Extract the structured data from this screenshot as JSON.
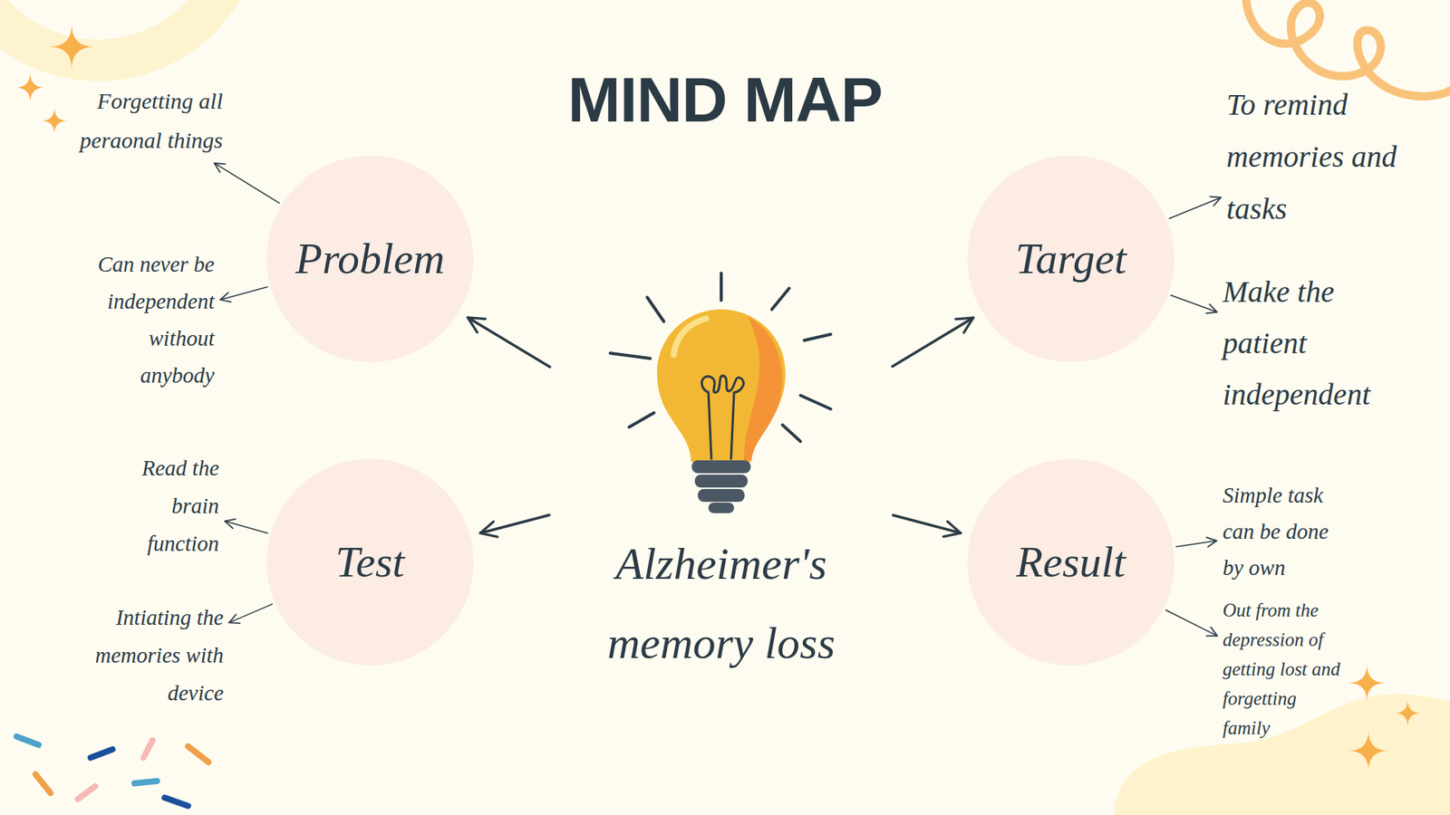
{
  "diagram": {
    "title": "MIND MAP",
    "nodes": [
      {
        "text": [
          "Alzheimer's memory loss"
        ]
      },
      {
        "text": [
          "Problem"
        ]
      },
      {
        "text": [
          "Forgetting all peraonal things"
        ]
      },
      {
        "text": [
          "Can never be independent without anybody"
        ]
      },
      {
        "text": [
          "Target"
        ]
      },
      {
        "text": [
          "To remind memories and tasks"
        ]
      },
      {
        "text": [
          "Make the patient independent"
        ]
      },
      {
        "text": [
          "Test"
        ]
      },
      {
        "text": [
          "Read the brain function"
        ]
      },
      {
        "text": [
          "Intiating the memories with device"
        ]
      },
      {
        "text": [
          "Result"
        ]
      },
      {
        "text": [
          "Simple task can be done by own"
        ]
      },
      {
        "text": [
          "Out from the depression of getting lost and forgetting family"
        ]
      }
    ],
    "edges": [
      {
        "from": 0,
        "to": 1,
        "arrow": "to"
      },
      {
        "from": 0,
        "to": 4,
        "arrow": "to"
      },
      {
        "from": 0,
        "to": 7,
        "arrow": "to"
      },
      {
        "from": 0,
        "to": 10,
        "arrow": "to"
      },
      {
        "from": 1,
        "to": 2,
        "arrow": "to"
      },
      {
        "from": 1,
        "to": 3,
        "arrow": "to"
      },
      {
        "from": 4,
        "to": 5,
        "arrow": "to"
      },
      {
        "from": 4,
        "to": 6,
        "arrow": "to"
      },
      {
        "from": 7,
        "to": 8,
        "arrow": "to"
      },
      {
        "from": 7,
        "to": 9,
        "arrow": "to"
      },
      {
        "from": 10,
        "to": 11,
        "arrow": "to"
      },
      {
        "from": 10,
        "to": 12,
        "arrow": "to"
      }
    ]
  }
}
